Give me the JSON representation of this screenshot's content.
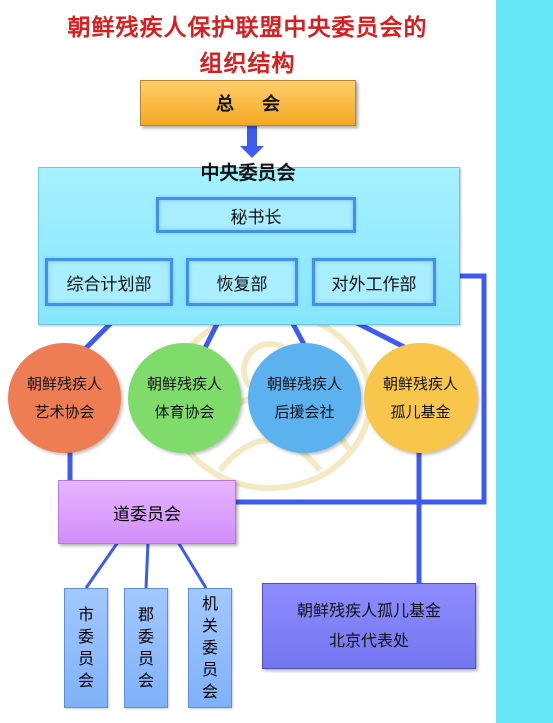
{
  "title": {
    "line1": "朝鲜残疾人保护联盟中央委员会的",
    "line2": "组织结构"
  },
  "nodes": {
    "general_assembly": "总会",
    "central_committee": "中央委员会",
    "secretary_general": "秘书长",
    "departments": [
      "综合计划部",
      "恢复部",
      "对外工作部"
    ],
    "associations": [
      {
        "line1": "朝鲜残疾人",
        "line2": "艺术协会",
        "color": "#ef7d54"
      },
      {
        "line1": "朝鲜残疾人",
        "line2": "体育协会",
        "color": "#7fdc6b"
      },
      {
        "line1": "朝鲜残疾人",
        "line2": "后援会社",
        "color": "#5cb1ef"
      },
      {
        "line1": "朝鲜残疾人",
        "line2": "孤儿基金",
        "color": "#f7c64a"
      }
    ],
    "provincial_committee": "道委员会",
    "local_committees": [
      [
        "市",
        "委",
        "员",
        "会"
      ],
      [
        "郡",
        "委",
        "员",
        "会"
      ],
      [
        "机",
        "关",
        "委",
        "员",
        "会"
      ]
    ],
    "fund_office": {
      "line1": "朝鲜残疾人孤儿基金",
      "line2": "北京代表处"
    }
  },
  "colors": {
    "title": "#d81e1e",
    "connector": "#3e5bf0",
    "sidebar": "#66e6f4"
  }
}
